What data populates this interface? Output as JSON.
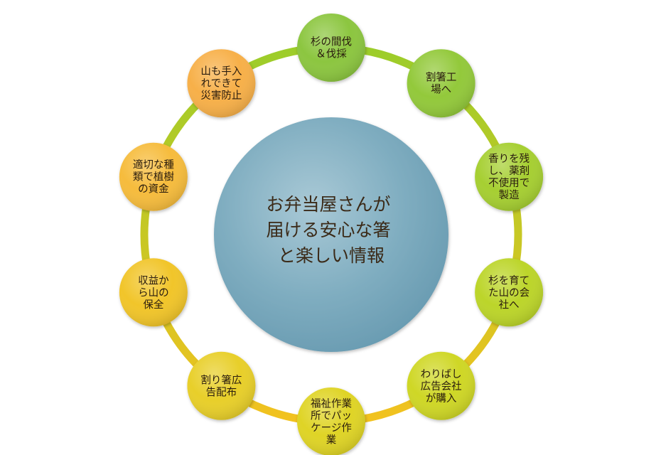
{
  "center": {
    "lines": [
      "お弁当屋さんが",
      "届ける安心な箸",
      "と楽しい情報"
    ],
    "color": "#7fadc0"
  },
  "ring": {
    "color_top": "#9ccd2a",
    "color_bottom": "#f2c21f"
  },
  "steps": [
    {
      "lines": [
        "杉の間伐",
        "＆伐採"
      ],
      "color": "#8cc63f"
    },
    {
      "lines": [
        "割箸工",
        "場へ"
      ],
      "color": "#93c93a"
    },
    {
      "lines": [
        "香りを残",
        "し、薬剤",
        "不使用で",
        "製造"
      ],
      "color": "#a6cf32"
    },
    {
      "lines": [
        "杉を育て",
        "た山の会",
        "社へ"
      ],
      "color": "#bcd52c"
    },
    {
      "lines": [
        "わりばし",
        "広告会社",
        "が購入"
      ],
      "color": "#cfd727"
    },
    {
      "lines": [
        "福祉作業",
        "所でパッ",
        "ケージ作",
        "業"
      ],
      "color": "#dfd427"
    },
    {
      "lines": [
        "割り箸広",
        "告配布"
      ],
      "color": "#e8cf2a"
    },
    {
      "lines": [
        "収益か",
        "ら山の",
        "保全"
      ],
      "color": "#f1c52b"
    },
    {
      "lines": [
        "適切な種",
        "類で植樹",
        "の資金"
      ],
      "color": "#f6bc3c"
    },
    {
      "lines": [
        "山も手入",
        "れできて",
        "災害防止"
      ],
      "color": "#f7b04a"
    }
  ]
}
